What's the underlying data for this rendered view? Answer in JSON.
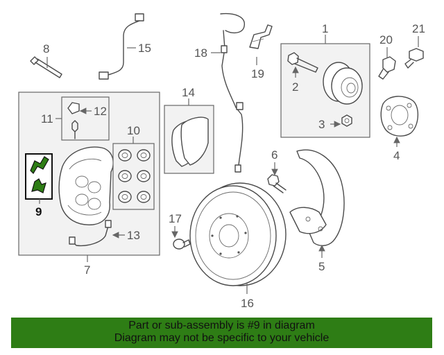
{
  "callouts": {
    "c1": "1",
    "c2": "2",
    "c3": "3",
    "c4": "4",
    "c5": "5",
    "c6": "6",
    "c7": "7",
    "c8": "8",
    "c9": "9",
    "c10": "10",
    "c11": "11",
    "c12": "12",
    "c13": "13",
    "c14": "14",
    "c15": "15",
    "c16": "16",
    "c17": "17",
    "c18": "18",
    "c19": "19",
    "c20": "20",
    "c21": "21"
  },
  "highlight": {
    "part_number": "9",
    "color": "#2e7d15"
  },
  "banner": {
    "line1": "Part or sub-assembly is #9 in diagram",
    "line2": "Diagram may not be specific to your vehicle",
    "background": "#2e7d15"
  }
}
